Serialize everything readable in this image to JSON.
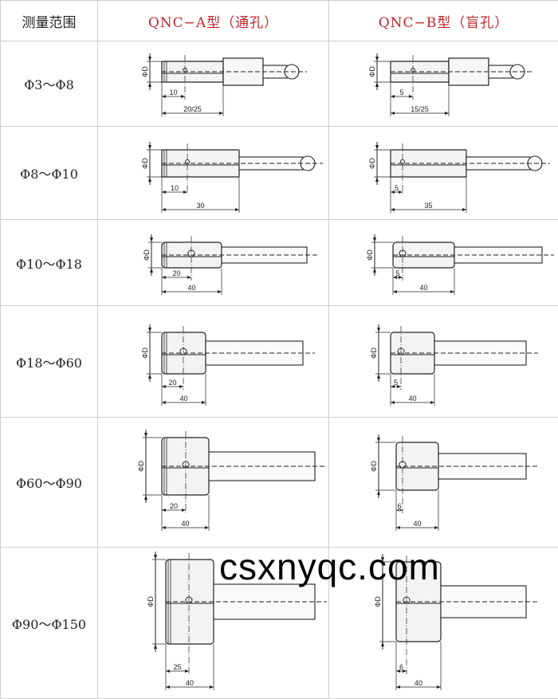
{
  "header": {
    "col_range": "测量范围",
    "col_a": "QNC−A型（通孔）",
    "col_b": "QNC−B型（盲孔）"
  },
  "diameter_label": "ΦD",
  "rows": [
    {
      "range": "Φ3～Φ8",
      "a": {
        "dim1": "10",
        "dim2": "20/25"
      },
      "b": {
        "dim1": "5",
        "dim2": "15/25"
      }
    },
    {
      "range": "Φ8～Φ10",
      "a": {
        "dim1": "10",
        "dim2": "30"
      },
      "b": {
        "dim1": "5",
        "dim2": "35"
      }
    },
    {
      "range": "Φ10～Φ18",
      "a": {
        "dim1": "20",
        "dim2": "40"
      },
      "b": {
        "dim1": "5",
        "dim2": "40"
      }
    },
    {
      "range": "Φ18～Φ60",
      "a": {
        "dim1": "20",
        "dim2": "40"
      },
      "b": {
        "dim1": "5",
        "dim2": "40"
      }
    },
    {
      "range": "Φ60～Φ90",
      "a": {
        "dim1": "20",
        "dim2": "40"
      },
      "b": {
        "dim1": "6",
        "dim2": "40"
      }
    },
    {
      "range": "Φ90～Φ150",
      "a": {
        "dim1": "25",
        "dim2": "40"
      },
      "b": {
        "dim1": "6",
        "dim2": "40"
      }
    }
  ],
  "watermark": "csxnyqc.com",
  "colors": {
    "header_red": "#c0262a",
    "grid": "#cfcfcf"
  }
}
